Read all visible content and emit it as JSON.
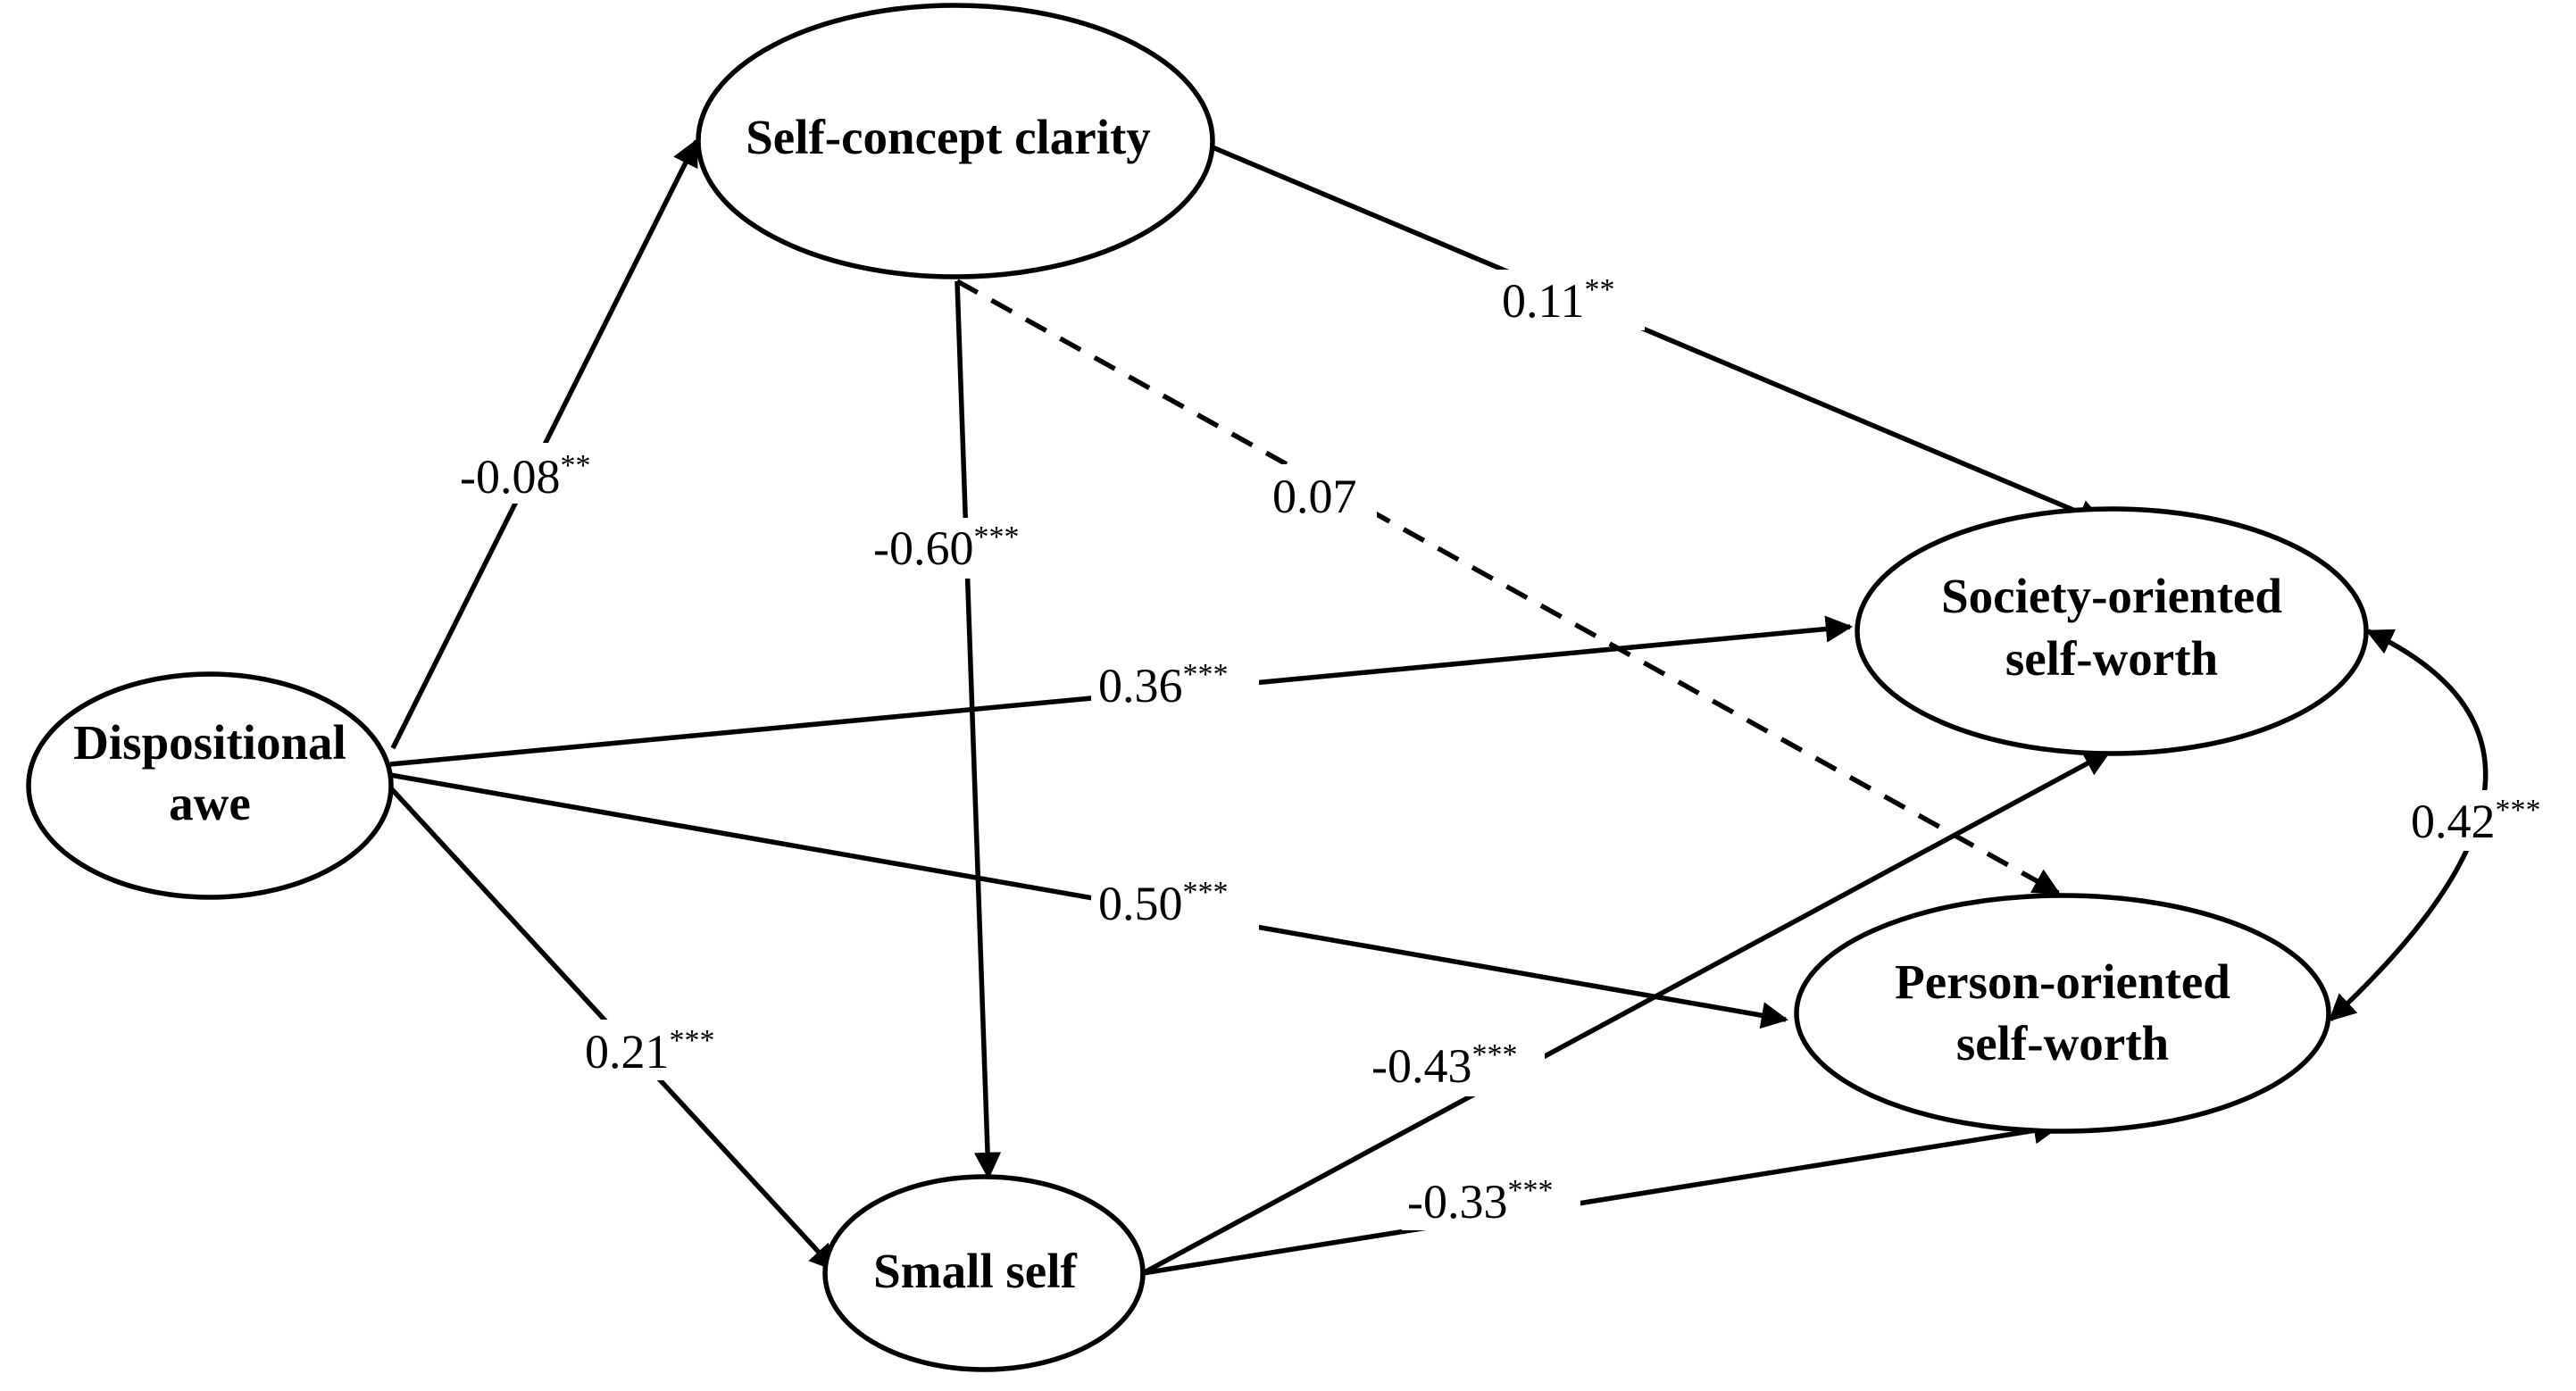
{
  "nodes": {
    "dispositional_awe": {
      "line1": "Dispositional",
      "line2": "awe"
    },
    "self_concept_clarity": {
      "line1": "Self-concept clarity"
    },
    "small_self": {
      "line1": "Small self"
    },
    "society_oriented": {
      "line1": "Society-oriented",
      "line2": "self-worth"
    },
    "person_oriented": {
      "line1": "Person-oriented",
      "line2": "self-worth"
    }
  },
  "paths": [
    {
      "id": "awe-to-clarity",
      "from": "Dispositional awe",
      "to": "Self-concept clarity",
      "value": "-0.08",
      "sig": "**",
      "style": "solid"
    },
    {
      "id": "clarity-to-society",
      "from": "Self-concept clarity",
      "to": "Society-oriented self-worth",
      "value": "0.11",
      "sig": "**",
      "style": "solid"
    },
    {
      "id": "clarity-to-small",
      "from": "Self-concept clarity",
      "to": "Small self",
      "value": "-0.60",
      "sig": "***",
      "style": "solid"
    },
    {
      "id": "clarity-to-person",
      "from": "Self-concept clarity",
      "to": "Person-oriented self-worth",
      "value": "0.07",
      "sig": "",
      "style": "dashed"
    },
    {
      "id": "awe-to-society",
      "from": "Dispositional awe",
      "to": "Society-oriented self-worth",
      "value": "0.36",
      "sig": "***",
      "style": "solid"
    },
    {
      "id": "awe-to-person",
      "from": "Dispositional awe",
      "to": "Person-oriented self-worth",
      "value": "0.50",
      "sig": "***",
      "style": "solid"
    },
    {
      "id": "awe-to-small",
      "from": "Dispositional awe",
      "to": "Small self",
      "value": "0.21",
      "sig": "***",
      "style": "solid"
    },
    {
      "id": "small-to-society",
      "from": "Small self",
      "to": "Society-oriented self-worth",
      "value": "-0.43",
      "sig": "***",
      "style": "solid"
    },
    {
      "id": "small-to-person",
      "from": "Small self",
      "to": "Person-oriented self-worth",
      "value": "-0.33",
      "sig": "***",
      "style": "solid"
    },
    {
      "id": "society-person-covariance",
      "from": "Society-oriented self-worth",
      "to": "Person-oriented self-worth",
      "value": "0.42",
      "sig": "***",
      "style": "curved-double"
    }
  ]
}
